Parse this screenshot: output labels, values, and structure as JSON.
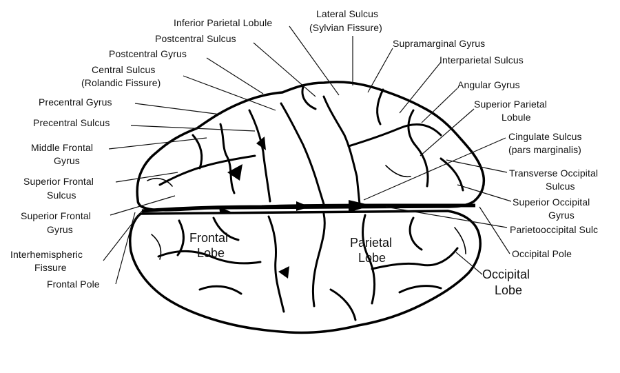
{
  "labels": {
    "inferior_parietal_lobule": "Inferior Parietal Lobule",
    "lateral_sulcus_1": "Lateral Sulcus",
    "lateral_sulcus_2": "(Sylvian Fissure)",
    "postcentral_sulcus": "Postcentral Sulcus",
    "supramarginal_gyrus": "Supramarginal Gyrus",
    "postcentral_gyrus": "Postcentral Gyrus",
    "interparietal_sulcus": "Interparietal Sulcus",
    "central_sulcus_1": "Central Sulcus",
    "central_sulcus_2": "(Rolandic Fissure)",
    "angular_gyrus": "Angular Gyrus",
    "precentral_gyrus": "Precentral Gyrus",
    "superior_parietal_lobule_1": "Superior Parietal",
    "superior_parietal_lobule_2": "Lobule",
    "precentral_sulcus": "Precentral Sulcus",
    "cingulate_sulcus_1": "Cingulate Sulcus",
    "cingulate_sulcus_2": "(pars marginalis)",
    "middle_frontal_gyrus_1": "Middle Frontal",
    "middle_frontal_gyrus_2": "Gyrus",
    "transverse_occipital_sulcus_1": "Transverse Occipital",
    "transverse_occipital_sulcus_2": "Sulcus",
    "superior_frontal_sulcus_1": "Superior Frontal",
    "superior_frontal_sulcus_2": "Sulcus",
    "superior_occipital_gyrus_1": "Superior Occipital",
    "superior_occipital_gyrus_2": "Gyrus",
    "superior_frontal_gyrus_1": "Superior Frontal",
    "superior_frontal_gyrus_2": "Gyrus",
    "parietooccipital_sulcus": "Parietooccipital Sulc",
    "interhemispheric_fissure_1": "Interhemispheric",
    "interhemispheric_fissure_2": "Fissure",
    "occipital_pole": "Occipital Pole",
    "frontal_pole": "Frontal Pole"
  },
  "lobes": {
    "frontal_1": "Frontal",
    "frontal_2": "Lobe",
    "parietal_1": "Parietal",
    "parietal_2": "Lobe",
    "occipital_1": "Occipital",
    "occipital_2": "Lobe"
  }
}
